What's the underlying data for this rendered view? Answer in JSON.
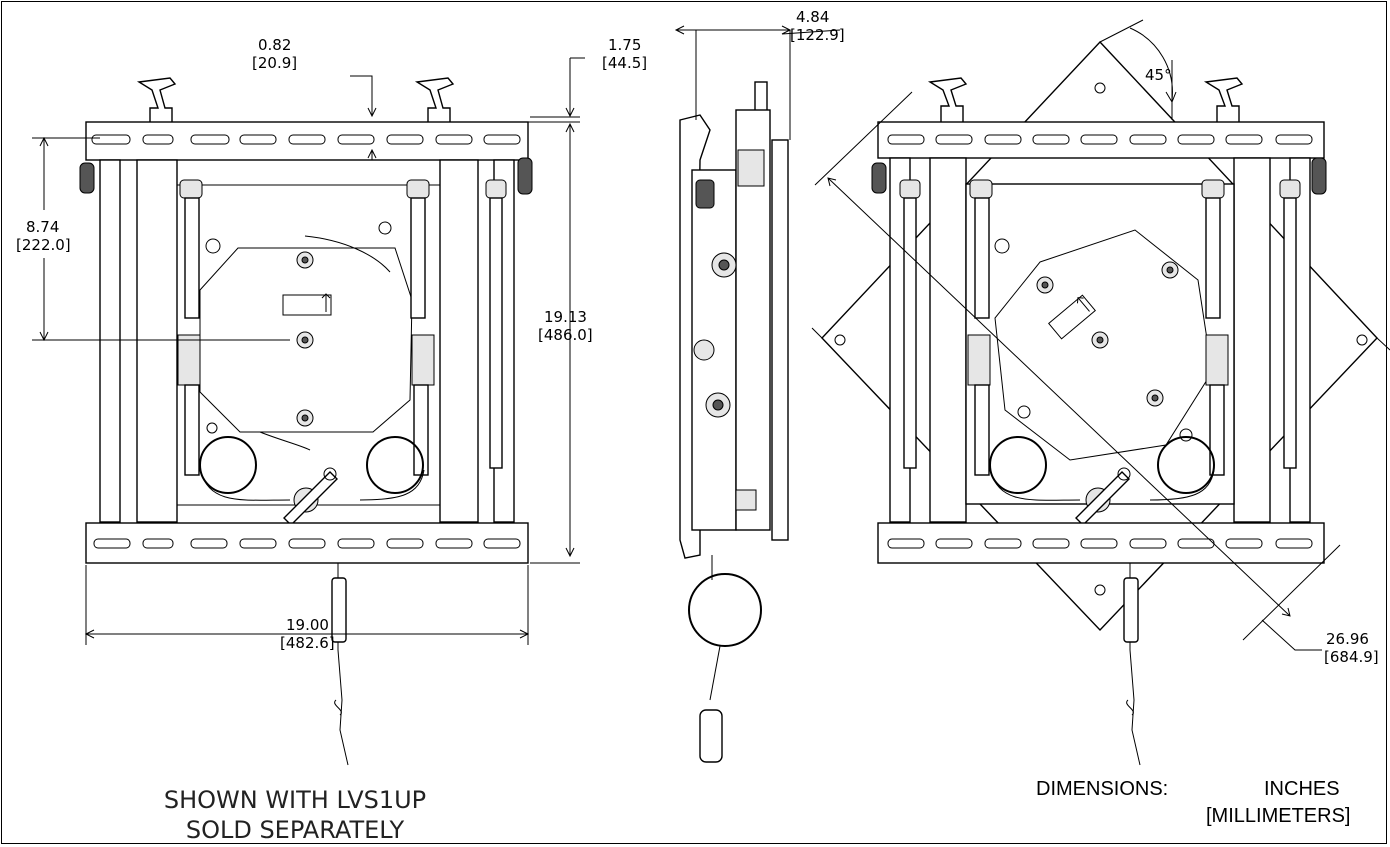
{
  "dimensions": {
    "top_offset": {
      "inches": "0.82",
      "mm": "[20.9]"
    },
    "top_height": {
      "inches": "1.75",
      "mm": "[44.5]"
    },
    "side_depth": {
      "inches": "4.84",
      "mm": "[122.9]"
    },
    "rotation_angle": "45°",
    "center_height": {
      "inches": "8.74",
      "mm": "[222.0]"
    },
    "overall_height": {
      "inches": "19.13",
      "mm": "[486.0]"
    },
    "overall_width": {
      "inches": "19.00",
      "mm": "[482.6]"
    },
    "diagonal": {
      "inches": "26.96",
      "mm": "[684.9]"
    }
  },
  "notes": {
    "shown_with_line1": "SHOWN WITH LVS1UP",
    "shown_with_line2": "SOLD SEPARATELY"
  },
  "units_legend": {
    "label": "DIMENSIONS:",
    "primary": "INCHES",
    "secondary": "[MILLIMETERS]"
  }
}
